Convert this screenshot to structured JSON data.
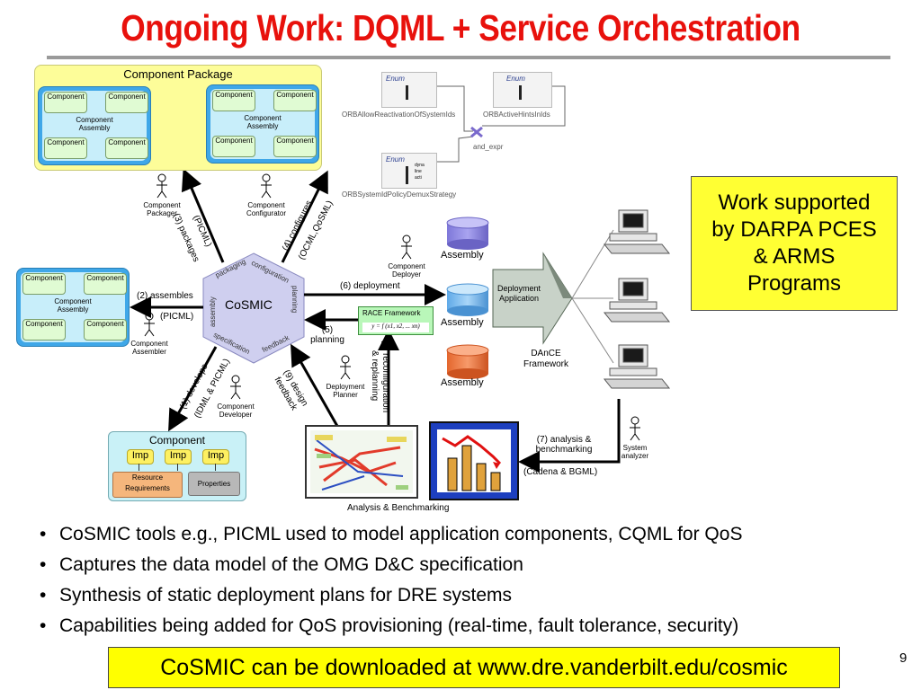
{
  "title": "Ongoing Work: DQML + Service Orchestration",
  "component_package": {
    "title": "Component Package",
    "component_label": "Component",
    "assembly_label_line1": "Component",
    "assembly_label_line2": "Assembly"
  },
  "enum_panel": {
    "enum_label": "Enum",
    "node1_name": "ORBAllowReactivationOfSystemIds",
    "node2_name": "ORBActiveHintsInIds",
    "node3_name": "ORBSystemIdPolicyDemuxStrategy",
    "expr_name": "and_expr",
    "node3_opts": [
      "dyna",
      "line",
      "acti"
    ]
  },
  "actors": {
    "packager": [
      "Component",
      "Packager"
    ],
    "configurator": [
      "Component",
      "Configurator"
    ],
    "deployer": [
      "Component",
      "Deployer"
    ],
    "assembler": [
      "Component",
      "Assembler"
    ],
    "developer": [
      "Component",
      "Developer"
    ],
    "planner": [
      "Deployment",
      "Planner"
    ],
    "system_analyzer": [
      "System",
      "analyzer"
    ]
  },
  "arrows": {
    "packages": "(3) packages",
    "packages_sub": "(PICML)",
    "configures": "(4) configures",
    "configures_sub": "(OCML,QoSML)",
    "assembles": "(2) assembles",
    "assembles_sub": "(PICML)",
    "deployment": "(6) deployment",
    "planning_line1": "(5)",
    "planning_line2": "planning",
    "reconfig_line1": "(8) reconfiguration",
    "reconfig_line2": "& replanning",
    "develops": "(1) develops",
    "develops_sub": "(IDML & PICML)",
    "design_line1": "(9) design",
    "design_line2": "feedback",
    "analysis_line1": "(7) analysis &",
    "analysis_line2": "benchmarking",
    "analysis_sub": "(Cadena & BGML)"
  },
  "cosmic_hex": {
    "name": "CoSMIC",
    "packaging": "packaging",
    "configuration": "configuration",
    "planning": "planning",
    "feedback": "feedback",
    "specification": "specification",
    "assembly": "assembly"
  },
  "race": {
    "title": "RACE Framework",
    "formula": "y = f (x1, x2, ... xn)"
  },
  "assemblies": [
    "Assembly",
    "Assembly",
    "Assembly"
  ],
  "deployment_app": [
    "Deployment",
    "Application"
  ],
  "dance": [
    "DAnCE",
    "Framework"
  ],
  "component_box": {
    "title": "Component",
    "imp": "Imp",
    "resource_line1": "Resource",
    "resource_line2": "Requirements",
    "properties": "Properties"
  },
  "analysis_label": "Analysis & Benchmarking",
  "darpa_text": [
    "Work supported",
    "by DARPA PCES",
    "& ARMS",
    "Programs"
  ],
  "bullets": [
    "CoSMIC tools e.g., PICML used to model application components, CQML for QoS",
    "Captures the data model of the OMG D&C specification",
    "Synthesis of static deployment plans for DRE systems",
    "Capabilities being added for QoS provisioning (real-time, fault tolerance, security)"
  ],
  "download_text": "CoSMIC can be downloaded at www.dre.vanderbilt.edu/cosmic",
  "page_number": "9",
  "colors": {
    "title": "#e8110c",
    "assembly_blue": "#3fa7e8",
    "package_yellow": "#fdfd99",
    "darpa_yellow": "#ffff33",
    "download_yellow": "#ffff00"
  }
}
